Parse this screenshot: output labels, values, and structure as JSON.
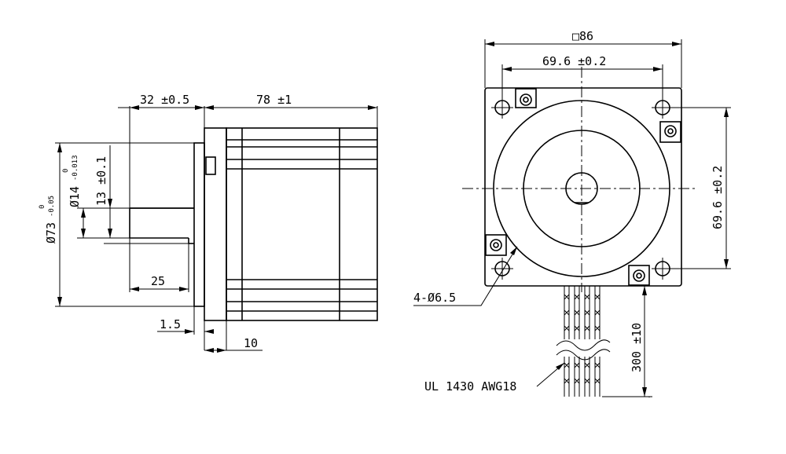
{
  "side_view": {
    "length_tol": "32 ±0.5",
    "body_length": "78 ±1",
    "flange_diameter": "Ø73",
    "flange_diameter_tol_upper": "0",
    "flange_diameter_tol_lower": "-0.05",
    "shaft_diameter": "Ø14",
    "shaft_diameter_tol_upper": "0",
    "shaft_diameter_tol_lower": "-0.013",
    "flat_depth": "13 ±0.1",
    "key_length": "25",
    "boss_thickness": "1.5",
    "flange_thickness": "10"
  },
  "front_view": {
    "frame_size": "□86",
    "hole_pitch_horizontal": "69.6 ±0.2",
    "hole_pitch_vertical": "69.6 ±0.2",
    "mounting_holes": "4-Ø6.5",
    "lead_wire_length": "300 ±10",
    "wire_spec": "UL 1430 AWG18"
  }
}
